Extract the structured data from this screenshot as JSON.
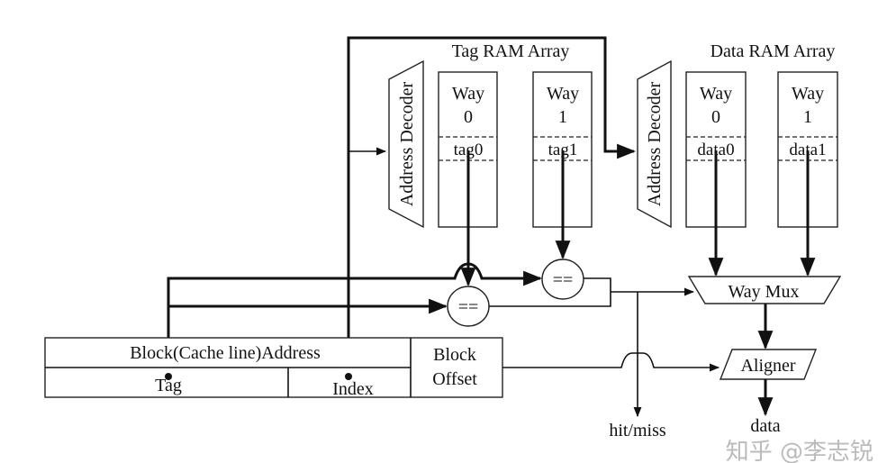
{
  "diagram": {
    "tag_ram": {
      "title": "Tag RAM Array",
      "decoder": "Address Decoder",
      "ways": [
        {
          "label": "Way",
          "num": "0",
          "field": "tag0"
        },
        {
          "label": "Way",
          "num": "1",
          "field": "tag1"
        }
      ]
    },
    "data_ram": {
      "title": "Data RAM Array",
      "decoder": "Address Decoder",
      "ways": [
        {
          "label": "Way",
          "num": "0",
          "field": "data0"
        },
        {
          "label": "Way",
          "num": "1",
          "field": "data1"
        }
      ]
    },
    "comparators": [
      "==",
      "=="
    ],
    "way_mux": "Way Mux",
    "aligner": "Aligner",
    "address": {
      "block_address": "Block(Cache line)Address",
      "tag": "Tag",
      "index": "Index",
      "block": "Block",
      "offset": "Offset"
    },
    "outputs": {
      "hit_miss": "hit/miss",
      "data": "data"
    },
    "watermark": "知乎 @李志锐"
  }
}
